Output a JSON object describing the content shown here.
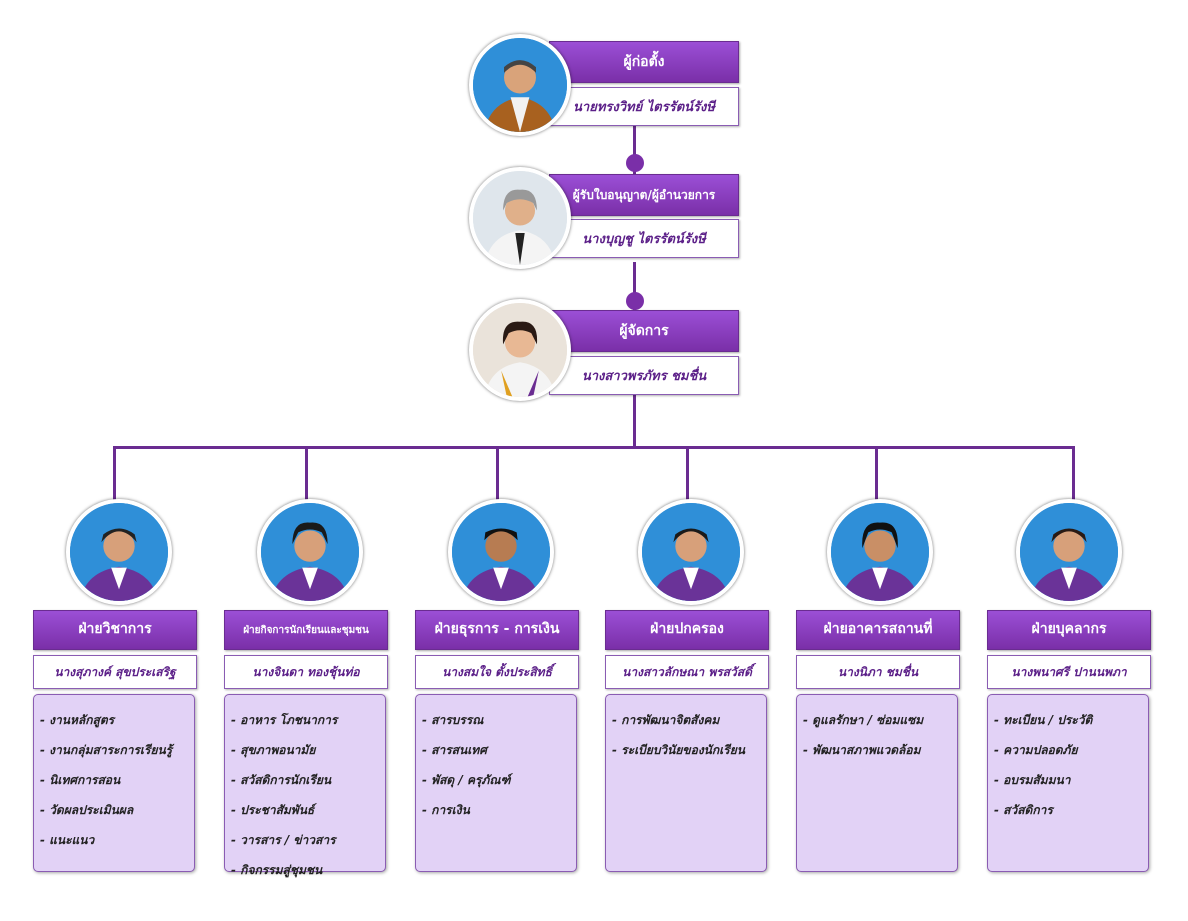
{
  "leadership": [
    {
      "title": "ผู้ก่อตั้ง",
      "name": "นายทรงวิทย์ ไตรรัตน์รังษี"
    },
    {
      "title": "ผู้รับใบอนุญาต/ผู้อำนวยการ",
      "name": "นางบุญชู ไตรรัตน์รังษี"
    },
    {
      "title": "ผู้จัดการ",
      "name": "นางสาวพรภัทร ชมชื่น"
    }
  ],
  "departments": [
    {
      "title": "ฝ่ายวิชาการ",
      "head": "นางสุภางค์ สุขประเสริฐ",
      "duties": [
        "งานหลักสูตร",
        "งานกลุ่มสาระการเรียนรู้",
        "นิเทศการสอน",
        "วัดผลประเมินผล",
        "แนะแนว"
      ]
    },
    {
      "title": "ฝ่ายกิจการนักเรียนและชุมชน",
      "head": "นางจินดา ทองชุ้นท่อ",
      "duties": [
        "อาหาร โภชนาการ",
        "สุขภาพอนามัย",
        "สวัสดิการนักเรียน",
        "ประชาสัมพันธ์",
        "วารสาร / ข่าวสาร",
        "กิจกรรมสู่ชุมชน"
      ]
    },
    {
      "title": "ฝ่ายธุรการ - การเงิน",
      "head": "นางสมใจ ตั้งประสิทธิ์",
      "duties": [
        "สารบรรณ",
        "สารสนเทศ",
        "พัสดุ / ครุภัณฑ์",
        "การเงิน"
      ]
    },
    {
      "title": "ฝ่ายปกครอง",
      "head": "นางสาวลักษณา พรสวัสดิ์",
      "duties": [
        "การพัฒนาจิตสังคม",
        "ระเบียบวินัยของนักเรียน"
      ]
    },
    {
      "title": "ฝ่ายอาคารสถานที่",
      "head": "นางนิภา ชมชื่น",
      "duties": [
        "ดูแลรักษา / ซ่อมแซม",
        "พัฒนาสภาพแวดล้อม"
      ]
    },
    {
      "title": "ฝ่ายบุคลากร",
      "head": "นางพนาศรี ปานนพภา",
      "duties": [
        "ทะเบียน / ประวัติ",
        "ความปลอดภัย",
        "อบรมสัมมนา",
        "สวัสดิการ"
      ]
    }
  ],
  "colors": {
    "accent": "#7a2fa8",
    "line": "#6a2c91",
    "box": "#e2d2f6",
    "photo_bg": "#2f8fd8"
  }
}
